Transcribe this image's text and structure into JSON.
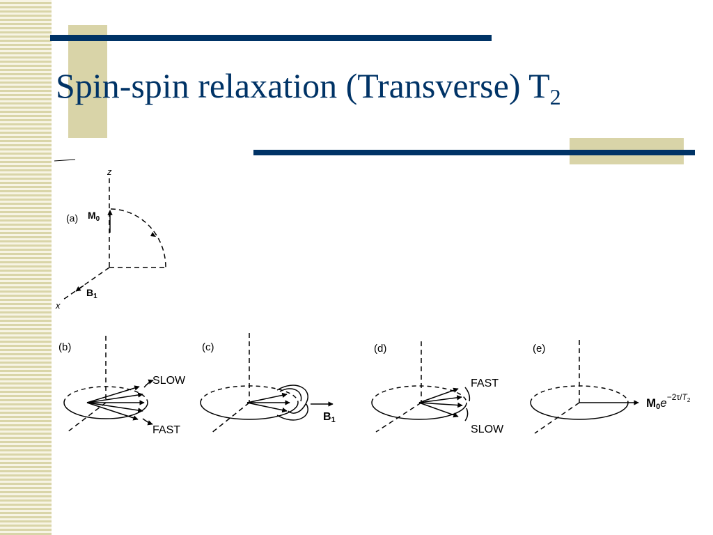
{
  "slide": {
    "title_main": "Spin-spin relaxation (Transverse) T",
    "title_sub": "2"
  },
  "colors": {
    "navy": "#003366",
    "khaki": "#d9d4a8"
  },
  "figure": {
    "panel_a": {
      "label": "(a)",
      "z_axis": "z",
      "x_axis": "x",
      "m0": "M",
      "m0_sub": "0",
      "b1": "B",
      "b1_sub": "1"
    },
    "panel_b": {
      "label": "(b)",
      "slow": "SLOW",
      "fast": "FAST"
    },
    "panel_c": {
      "label": "(c)",
      "b1": "B",
      "b1_sub": "1"
    },
    "panel_d": {
      "label": "(d)",
      "fast": "FAST",
      "slow": "SLOW"
    },
    "panel_e": {
      "label": "(e)",
      "mag": "M",
      "mag_sub": "0",
      "exp_base": "e",
      "exp_power": "−2τ/",
      "exp_t": "T",
      "exp_t_sub": "2"
    }
  }
}
